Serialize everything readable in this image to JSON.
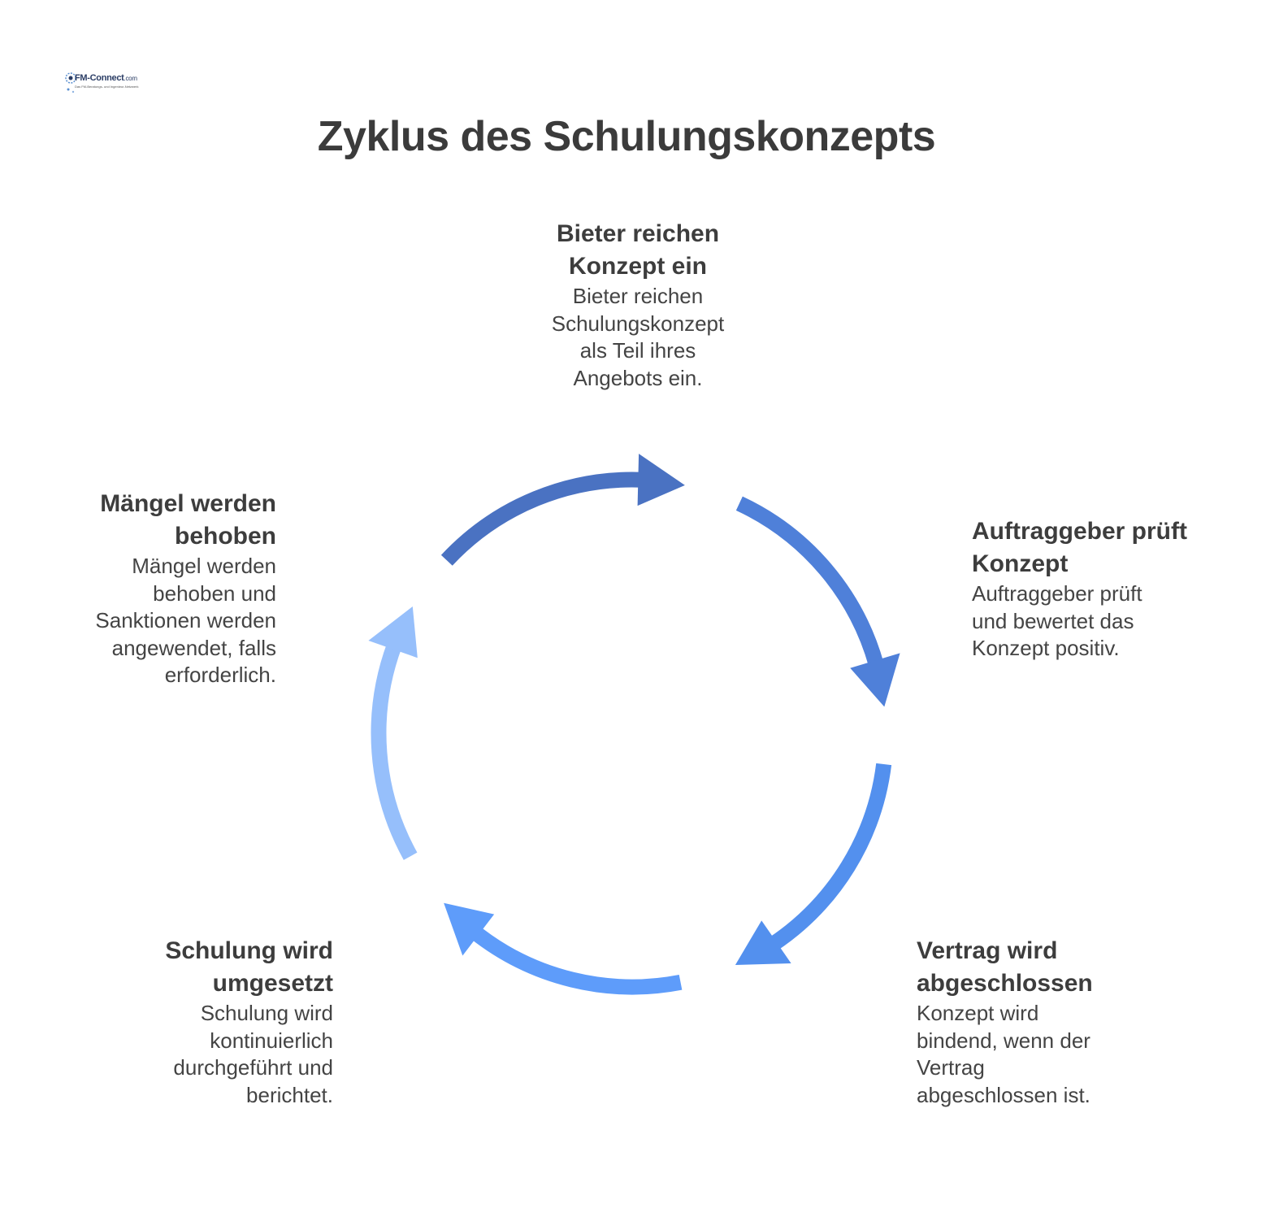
{
  "logo": {
    "name": "FM-Connect",
    "suffix": ".com",
    "tagline": "Das FM-Beratungs- und Ingenieur-Netzwerk"
  },
  "title": "Zyklus des Schulungskonzepts",
  "steps": [
    {
      "title_lines": [
        "Bieter reichen",
        "Konzept ein"
      ],
      "desc_lines": [
        "Bieter reichen",
        "Schulungskonzept",
        "als Teil ihres",
        "Angebots ein."
      ],
      "color": "#4a72c2"
    },
    {
      "title_lines": [
        "Auftraggeber prüft",
        "Konzept"
      ],
      "desc_lines": [
        "Auftraggeber prüft",
        "und bewertet das",
        "Konzept positiv."
      ],
      "color": "#4f80d9"
    },
    {
      "title_lines": [
        "Vertrag wird",
        "abgeschlossen"
      ],
      "desc_lines": [
        "Konzept wird",
        "bindend, wenn der",
        "Vertrag",
        "abgeschlossen ist."
      ],
      "color": "#5390ee"
    },
    {
      "title_lines": [
        "Schulung wird",
        "umgesetzt"
      ],
      "desc_lines": [
        "Schulung wird",
        "kontinuierlich",
        "durchgeführt und",
        "berichtet."
      ],
      "color": "#5e9cfa"
    },
    {
      "title_lines": [
        "Mängel werden",
        "behoben"
      ],
      "desc_lines": [
        "Mängel werden",
        "behoben und",
        "Sanktionen werden",
        "angewendet, falls",
        "erforderlich."
      ],
      "color": "#96bffb"
    }
  ]
}
